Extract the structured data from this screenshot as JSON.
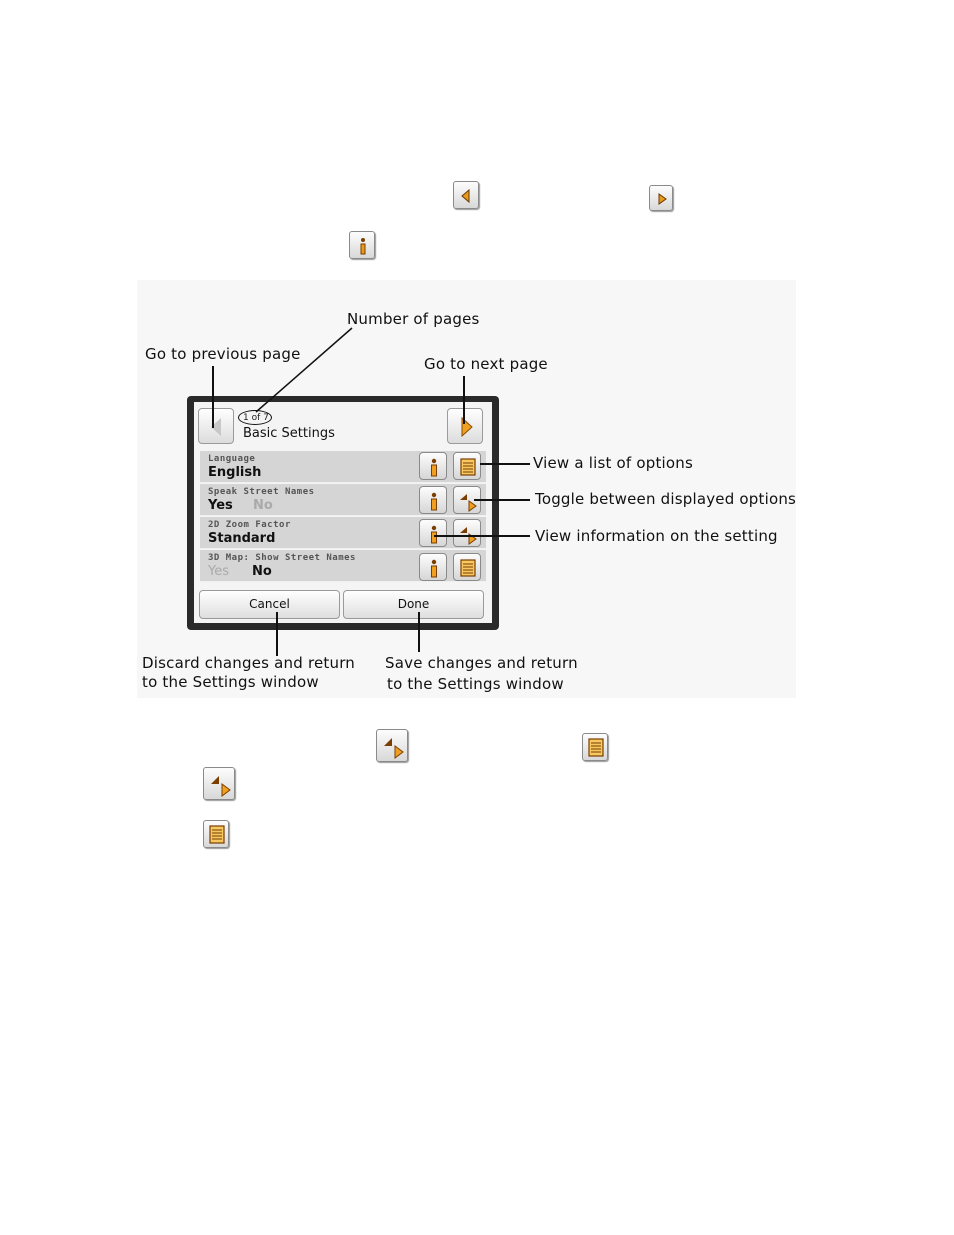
{
  "figure": {
    "annotations": {
      "go_previous": "Go to previous page",
      "number_of_pages": "Number of pages",
      "go_next": "Go to next page",
      "view_list": "View a list of options",
      "toggle": "Toggle between displayed options",
      "view_info": "View information on the setting",
      "discard_line1": "Discard changes and return",
      "discard_line2": "to the Settings window",
      "save_line1": "Save changes and return",
      "save_line2": "to the Settings window"
    },
    "screen": {
      "pager": "1 of 7",
      "title": "Basic Settings",
      "settings": [
        {
          "label": "Language",
          "value": "English"
        },
        {
          "label": "Speak Street Names",
          "option_a": "Yes",
          "option_b": "No"
        },
        {
          "label": "2D Zoom Factor",
          "value": "Standard"
        },
        {
          "label": "3D Map: Show Street Names",
          "option_a": "Yes",
          "option_b": "No"
        }
      ],
      "cancel_label": "Cancel",
      "done_label": "Done"
    }
  },
  "colors": {
    "accent_orange": "#f0a020",
    "icon_brown": "#7a3e00",
    "row_background": "#d5d5d5",
    "device_frame": "#2a2a2a"
  },
  "icons": [
    "chevron-left-icon",
    "chevron-right-icon",
    "info-icon",
    "toggle-icon",
    "list-icon"
  ]
}
